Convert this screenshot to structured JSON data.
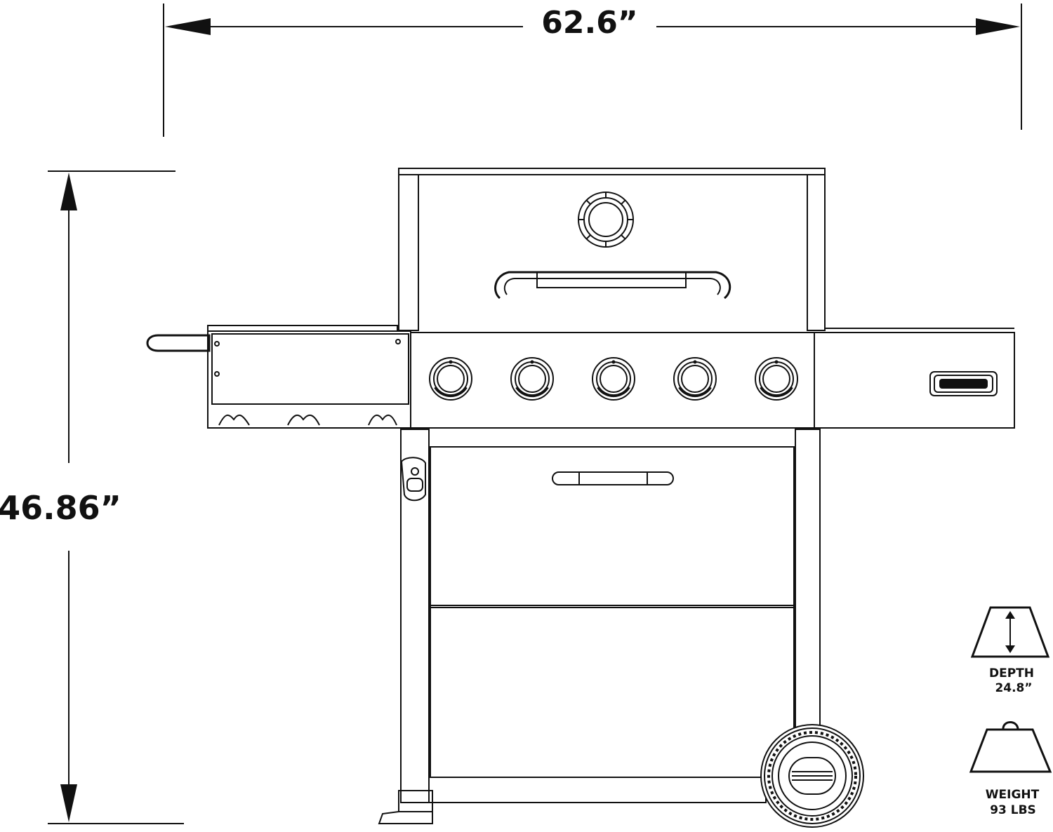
{
  "dimensions": {
    "width": "62.6”",
    "height": "46.86”"
  },
  "specs": {
    "depth_label": "DEPTH",
    "depth_value": "24.8”",
    "weight_label": "WEIGHT",
    "weight_value": "93 LBS"
  },
  "product": {
    "burner_knob_count": 5
  },
  "icons": {
    "depth": "depth-icon",
    "weight": "weight-icon"
  }
}
